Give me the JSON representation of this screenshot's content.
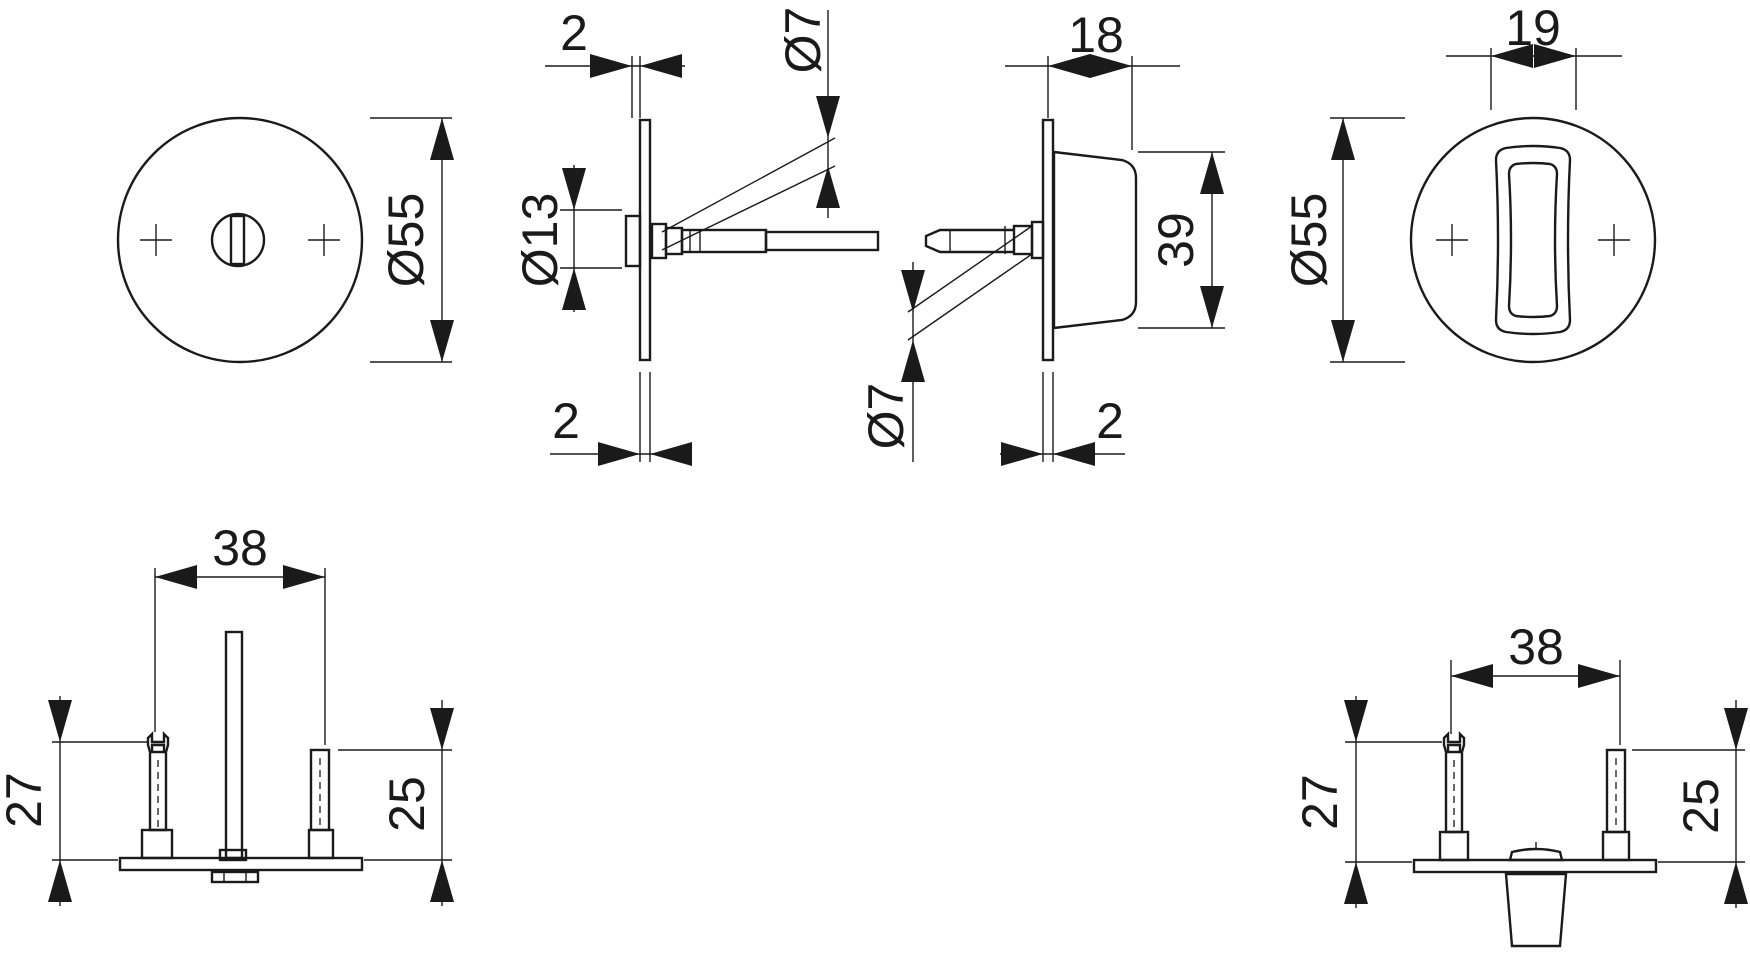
{
  "dimensions": {
    "escutcheon_dia_left": "Ø55",
    "escutcheon_dia_right": "Ø55",
    "plate_thickness_top_left": "2",
    "plate_thickness_bottom_left": "2",
    "plate_thickness_right": "2",
    "spindle_dia_left": "Ø7",
    "spindle_dia_right": "Ø7",
    "collar_dia": "Ø13",
    "knob_projection": "18",
    "knob_height": "39",
    "knob_grip_width": "19",
    "screw_spacing_left": "38",
    "screw_spacing_right": "38",
    "post_length_27_left": "27",
    "post_length_25_left": "25",
    "post_length_27_right": "27",
    "post_length_25_right": "25"
  },
  "colors": {
    "line": "#1a1a1a",
    "background": "#ffffff"
  }
}
